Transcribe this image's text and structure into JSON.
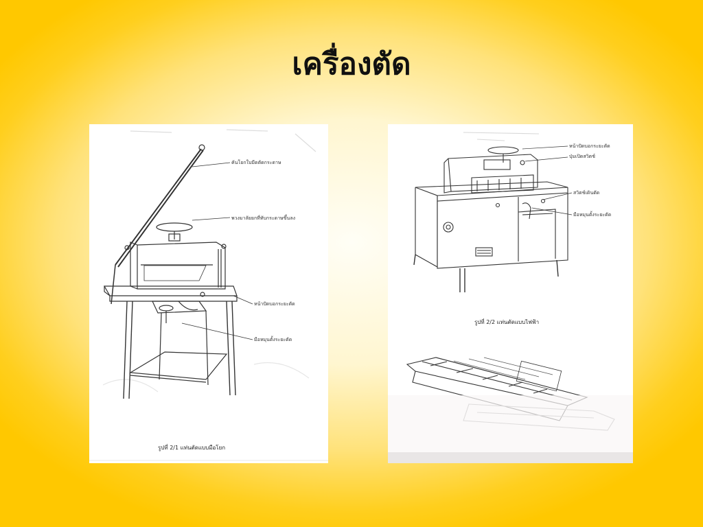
{
  "slide": {
    "title": "เครื่องตัด",
    "colors": {
      "background_edge": "#ffc800",
      "background_center": "#fffef6",
      "panel": "#ffffff"
    }
  },
  "figure_left": {
    "labels": [
      "คันโยกใบมีดตัดกระดาษ",
      "พวงมาลัยยกที่ทับกระดาษขึ้นลง",
      "หน้าปัดบอกระยะตัด",
      "มือหมุนตั้งระยะตัด"
    ],
    "caption": "รูปที่ 2/1  แท่นตัดแบบมือโยก"
  },
  "figure_right": {
    "labels": [
      "หน้าปัดบอกระยะตัด",
      "ปุ่มเปิดสวิตช์",
      "สวิตช์เดินตัด",
      "มือหมุนตั้งระยะตัด"
    ],
    "caption": "รูปที่ 2/2  แท่นตัดแบบไฟฟ้า"
  }
}
